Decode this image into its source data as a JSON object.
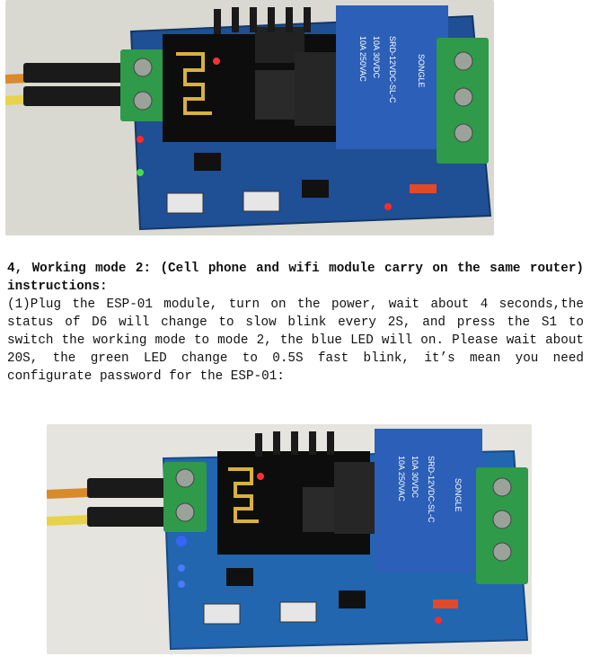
{
  "heading": "4, Working mode 2: (Cell phone and  wifi module  carry  on the same router) instructions:",
  "body": "(1)Plug the ESP-01 module, turn on the power, wait about 4 seconds,the status of D6 will change to slow blink every 2S, and press the S1 to switch the working mode to mode 2, the blue LED will on. Please wait about 20S, the green LED change to 0.5S fast blink, it’s mean you need configurate password for the ESP-01:",
  "photos": {
    "top": {
      "relay_label": [
        "10A 250VAC",
        "10A 30VDC",
        "SRD-12VDC-SL-C"
      ],
      "brand": "SONGLE",
      "status_leds": [
        "red",
        "green"
      ],
      "accent": "#1e4a8a"
    },
    "bottom": {
      "relay_label": [
        "10A 250VAC",
        "10A 30VDC",
        "SRD-12VDC-SL-C"
      ],
      "brand": "SONGLE",
      "status_leds": [
        "blue",
        "blue"
      ],
      "accent": "#1e4a8a"
    }
  }
}
